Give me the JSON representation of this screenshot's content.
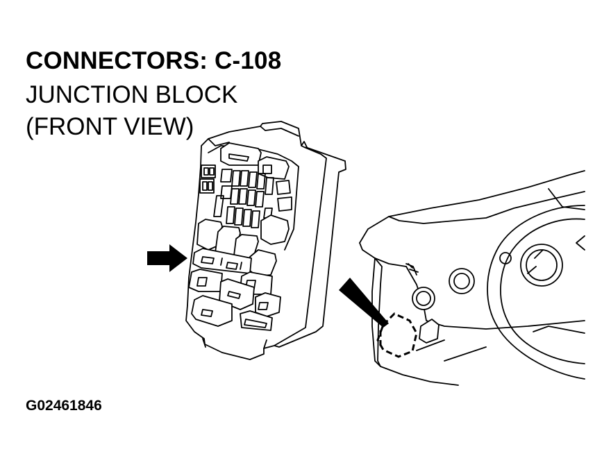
{
  "title": "CONNECTORS: C-108",
  "subtitle_line1": "JUNCTION BLOCK",
  "subtitle_line2": "(FRONT VIEW)",
  "figure_code": "G02461846",
  "icons": [
    "pointer-arrow-icon",
    "location-wedge-icon"
  ]
}
